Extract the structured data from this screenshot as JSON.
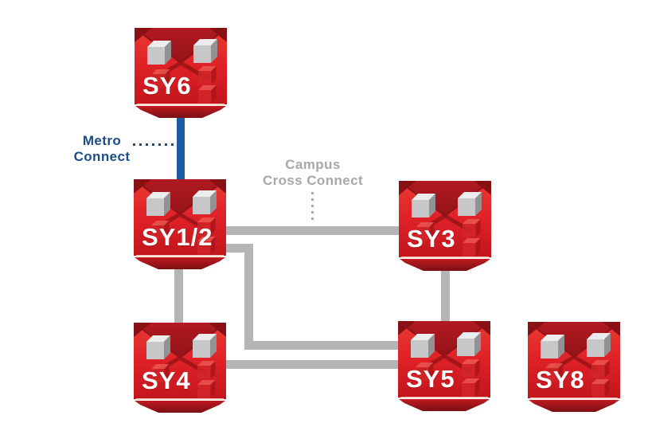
{
  "diagram": {
    "nodes": [
      {
        "id": "sy6",
        "label": "SY6"
      },
      {
        "id": "sy12",
        "label": "SY1/2"
      },
      {
        "id": "sy3",
        "label": "SY3"
      },
      {
        "id": "sy4",
        "label": "SY4"
      },
      {
        "id": "sy5",
        "label": "SY5"
      },
      {
        "id": "sy8",
        "label": "SY8"
      }
    ],
    "annotations": {
      "metro": {
        "line1": "Metro",
        "line2": "Connect",
        "color": "#1c4d89"
      },
      "campus": {
        "line1": "Campus",
        "line2": "Cross Connect",
        "color": "#a7a7a9"
      }
    },
    "links": [
      {
        "from": "SY6",
        "to": "SY1/2",
        "type": "metro-connect",
        "color": "#1b5ba2"
      },
      {
        "from": "SY1/2",
        "to": "SY3",
        "type": "campus-cross-connect",
        "color": "#b5b5b7"
      },
      {
        "from": "SY1/2",
        "to": "SY4",
        "type": "campus-cross-connect",
        "color": "#b5b5b7"
      },
      {
        "from": "SY1/2",
        "to": "SY5",
        "type": "campus-cross-connect",
        "color": "#b5b5b7"
      },
      {
        "from": "SY3",
        "to": "SY5",
        "type": "campus-cross-connect",
        "color": "#b5b5b7"
      },
      {
        "from": "SY4",
        "to": "SY5",
        "type": "campus-cross-connect",
        "color": "#b5b5b7"
      }
    ],
    "colors": {
      "node_red": "#df2127",
      "background": "#ffffff"
    }
  }
}
